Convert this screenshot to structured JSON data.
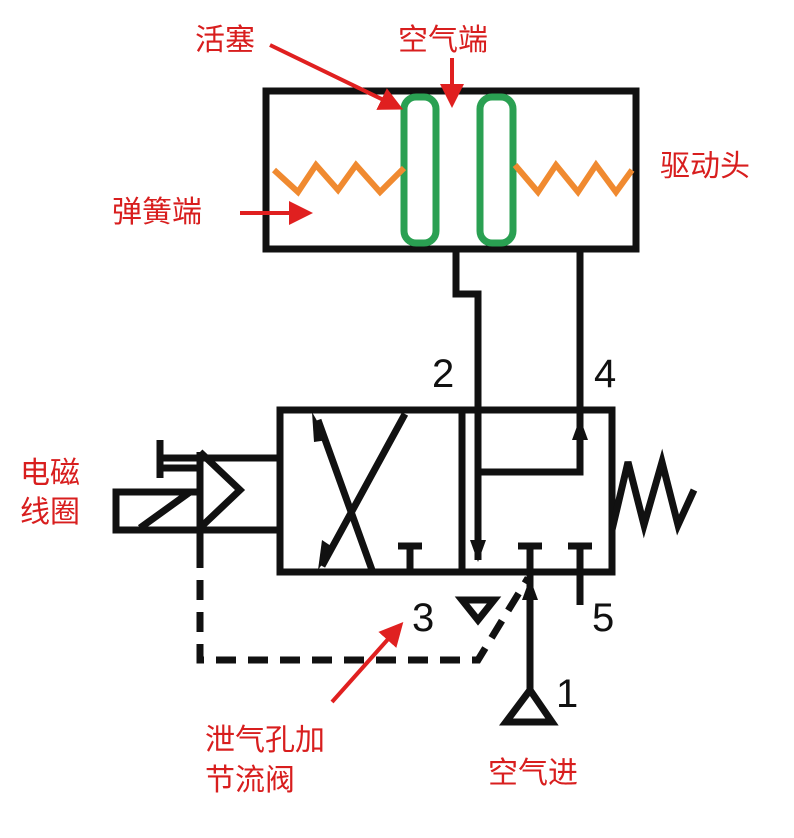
{
  "labels": {
    "piston": "活塞",
    "air_end": "空气端",
    "spring_end": "弹簧端",
    "actuator": "驱动头",
    "solenoid_line1": "电磁",
    "solenoid_line2": "线圈",
    "exhaust_line1": "泄气孔加",
    "exhaust_line2": "节流阀",
    "air_in": "空气进"
  },
  "ports": {
    "p1": "1",
    "p2": "2",
    "p3": "3",
    "p4": "4",
    "p5": "5"
  },
  "colors": {
    "line": "#111111",
    "piston": "#2aa052",
    "spring": "#f08a30",
    "annotation": "#e02020"
  }
}
